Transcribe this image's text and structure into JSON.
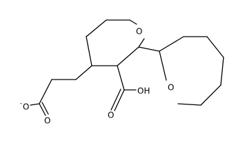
{
  "structure": {
    "atoms": {
      "ring_oxygen_1": "O",
      "ring_oxygen_2": "O",
      "carboxylic_acid_oxygen": "O",
      "carboxylic_acid_oh": "OH",
      "carboxylate_oxygen_1": "O",
      "carboxylate_oxygen_2": "O",
      "carboxylate_charge": "-"
    }
  }
}
